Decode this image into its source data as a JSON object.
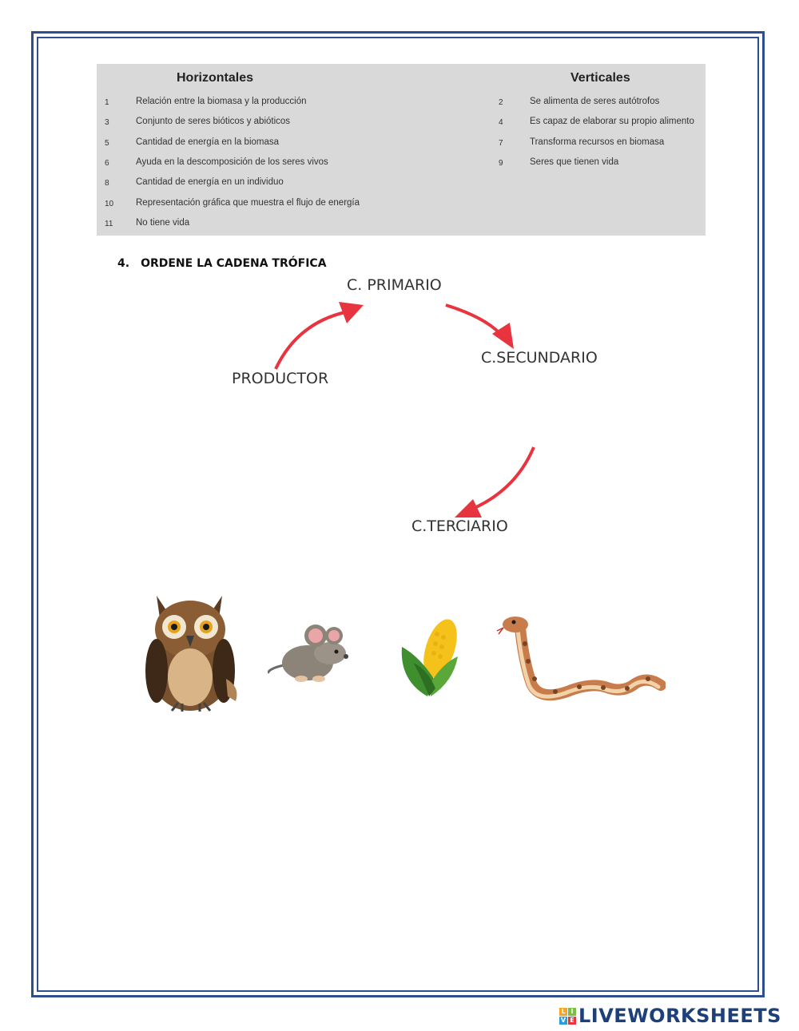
{
  "clues": {
    "horizontal_title": "Horizontales",
    "vertical_title": "Verticales",
    "horizontal": [
      {
        "num": "1",
        "text": "Relación entre la biomasa y la producción"
      },
      {
        "num": "3",
        "text": "Conjunto de seres bióticos y abióticos"
      },
      {
        "num": "5",
        "text": "Cantidad de energía en la biomasa"
      },
      {
        "num": "6",
        "text": "Ayuda en la descomposición de los seres vivos"
      },
      {
        "num": "8",
        "text": "Cantidad de energía en un individuo"
      },
      {
        "num": "10",
        "text": "Representación gráfica que muestra el flujo de energía"
      },
      {
        "num": "11",
        "text": "No tiene vida"
      }
    ],
    "vertical": [
      {
        "num": "2",
        "text": "Se alimenta de seres autótrofos"
      },
      {
        "num": "4",
        "text": "Es capaz de elaborar su propio alimento"
      },
      {
        "num": "7",
        "text": "Transforma recursos en biomasa"
      },
      {
        "num": "9",
        "text": "Seres que tienen vida"
      }
    ]
  },
  "section": {
    "number": "4.",
    "title": "ORDENE LA CADENA TRÓFICA"
  },
  "chain": {
    "primary": "C. PRIMARIO",
    "producer": "PRODUCTOR",
    "secondary": "C.SECUNDARIO",
    "tertiary": "C.TERCIARIO",
    "arrow_color": "#e8343f"
  },
  "animals": [
    "owl-icon",
    "mouse-icon",
    "corn-icon",
    "snake-icon"
  ],
  "footer": {
    "logo_letters": [
      "L",
      "I",
      "V",
      "E"
    ],
    "logo_colors": [
      "#f5a623",
      "#7bc043",
      "#2d9cdb",
      "#e8343f"
    ],
    "brand": "LIVEWORKSHEETS"
  }
}
